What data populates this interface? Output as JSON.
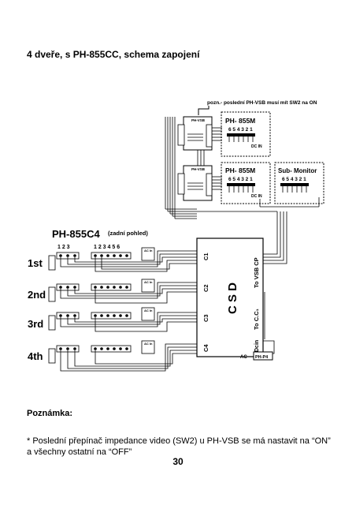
{
  "page": {
    "title": "4 dveře, s PH-855CC,  schema zapojení",
    "note_heading": "Poznámka:",
    "note_text": "*    Poslední přepínač impedance video (SW2) u PH-VSB se má nastavit na “ON” a všechny ostatní na “OFF”",
    "page_number": "30"
  },
  "diagram": {
    "top_note": "pozn.- poslední PH-VSB musí mít SW2 na ON",
    "vsb_label": "PH-VSB",
    "monitor1_label": "PH- 855M",
    "monitor2_label": "PH- 855M",
    "submonitor_label": "Sub- Monitor",
    "dip_numbers": "6 5 4 3 2 1",
    "dc_in": "DC IN",
    "panel_title": "PH-855C4",
    "panel_subtitle": "(zadní pohled)",
    "door_terms": "1 2 3",
    "cam_terms": "1 2 3 4 5 6",
    "ac_label": "AC In",
    "doors": [
      "1st",
      "2nd",
      "3rd",
      "4th"
    ],
    "csd_label": "C S D",
    "c_ports": [
      "C1",
      "C2",
      "C3",
      "C4"
    ],
    "to_vsb": "To VSB  CP",
    "to_cc": "To C.C₁",
    "dcin_vertical": "Dcin",
    "psu_ac": "AC",
    "psu_label": "PH-P4"
  }
}
